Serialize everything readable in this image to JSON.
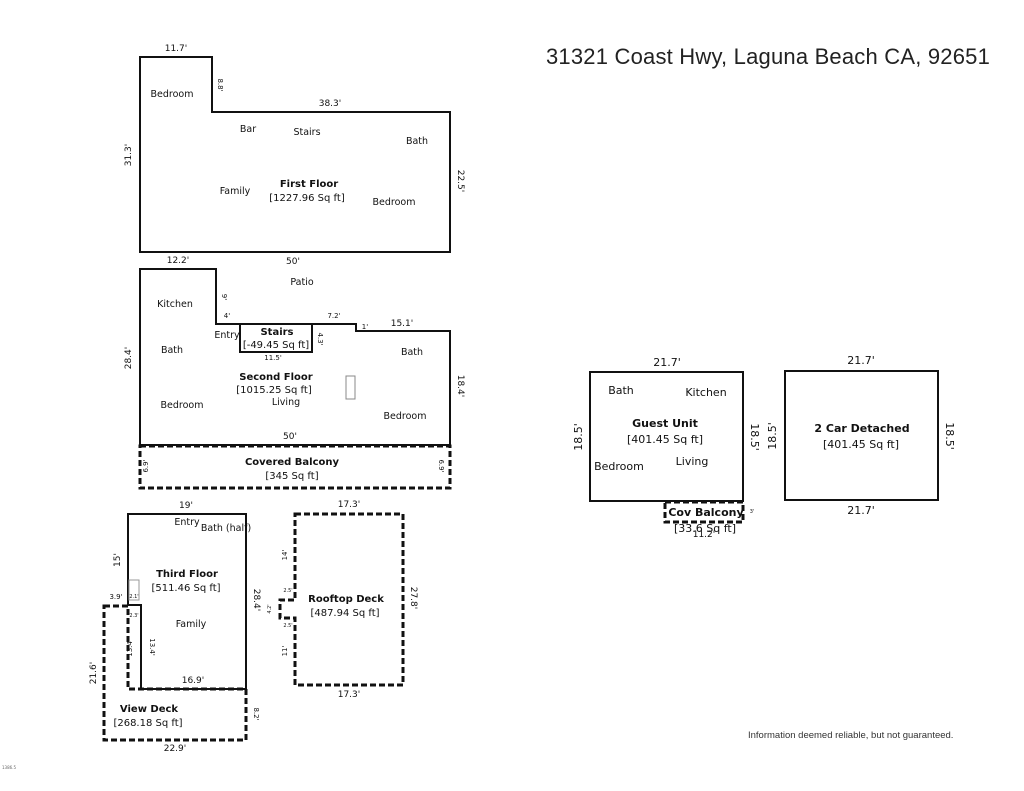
{
  "header": {
    "address": "31321 Coast Hwy, Laguna Beach CA, 92651"
  },
  "footer": {
    "disclaimer": "Information deemed reliable, but not guaranteed."
  },
  "first_floor": {
    "name": "First Floor",
    "area": "[1227.96 Sq ft]",
    "rooms": {
      "bedroom_left": "Bedroom",
      "bar": "Bar",
      "stairs": "Stairs",
      "bath": "Bath",
      "family": "Family",
      "bedroom_right": "Bedroom"
    },
    "dims": {
      "top_left": "11.7'",
      "notch": "8.8'",
      "top_right": "38.3'",
      "left": "31.3'",
      "right": "22.5'",
      "bottom": "50'"
    }
  },
  "second_floor": {
    "name": "Second Floor",
    "area": "[1015.25 Sq ft]",
    "rooms": {
      "kitchen": "Kitchen",
      "patio": "Patio",
      "entry": "Entry",
      "bath_left": "Bath",
      "bath_right": "Bath",
      "bedroom_left": "Bedroom",
      "living": "Living",
      "bedroom_right": "Bedroom"
    },
    "stairs": {
      "name": "Stairs",
      "area": "[-49.45 Sq ft]",
      "width": "11.5'",
      "height": "4.3'"
    },
    "dims": {
      "top_left": "12.2'",
      "notch_vert": "9'",
      "notch_horiz": "4'",
      "step": "7.2'",
      "small": "1'",
      "top_right": "15.1'",
      "left": "28.4'",
      "right": "18.4'",
      "bottom": "50'"
    }
  },
  "covered_balcony": {
    "name": "Covered Balcony",
    "area": "[345 Sq ft]",
    "dims": {
      "left": "6.9'",
      "right": "6.9'"
    }
  },
  "third_floor": {
    "name": "Third Floor",
    "area": "[511.46 Sq ft]",
    "rooms": {
      "entry": "Entry",
      "bath": "Bath (half)",
      "family": "Family"
    },
    "dims": {
      "top": "19'",
      "left": "15'",
      "step_top": "3.9'",
      "tiny_a": "2.1'",
      "tiny_b": "2.3'",
      "inner_left": "13.4'",
      "right": "28.4'",
      "bottom": "16.9'"
    }
  },
  "view_deck": {
    "name": "View Deck",
    "area": "[268.18 Sq ft]",
    "dims": {
      "left": "21.6'",
      "right": "8.2'",
      "bottom": "22.9'",
      "inner": "13.4'"
    }
  },
  "rooftop_deck": {
    "name": "Rooftop Deck",
    "area": "[487.94 Sq ft]",
    "dims": {
      "top": "17.3'",
      "bottom": "17.3'",
      "right": "27.8'",
      "left_upper": "14'",
      "notch_a": "2.5'",
      "notch_w": "4.2'",
      "notch_b": "2.5'",
      "left_lower": "11'"
    }
  },
  "guest_unit": {
    "name": "Guest Unit",
    "area": "[401.45 Sq ft]",
    "rooms": {
      "bath": "Bath",
      "kitchen": "Kitchen",
      "bedroom": "Bedroom",
      "living": "Living"
    },
    "dims": {
      "top": "21.7'",
      "left": "18.5'",
      "right": "18.5'"
    }
  },
  "cov_balcony": {
    "name": "Cov Balcony",
    "area": "[33.6 Sq ft]",
    "dims": {
      "width": "11.2'",
      "depth": "3'"
    }
  },
  "garage": {
    "name": "2 Car Detached",
    "area": "[401.45 Sq ft]",
    "dims": {
      "top": "21.7'",
      "bottom": "21.7'",
      "left": "18.5'",
      "right": "18.5'"
    }
  },
  "corner_note": "1386.5"
}
